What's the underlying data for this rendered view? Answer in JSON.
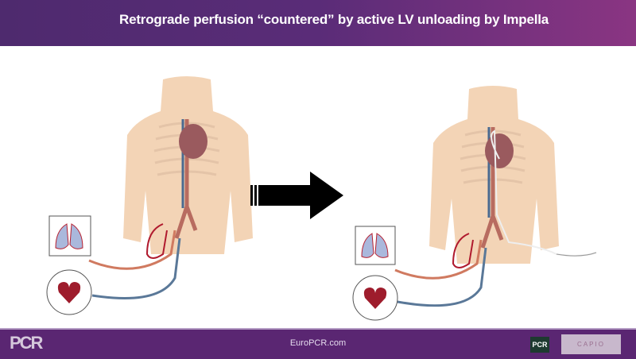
{
  "header": {
    "title": "Retrograde perfusion “countered” by active LV unloading by Impella"
  },
  "footer": {
    "url": "EuroPCR.com",
    "logo_left": "PCR",
    "logo_right_small": "PCR",
    "logo_partner": "CAPIO"
  },
  "colors": {
    "header": "#5a2c78",
    "footer": "#5a2672",
    "skin": "#f3d4b6",
    "artery": "#c0604a",
    "vein": "#4a6a90",
    "heart": "#9e1c2c"
  }
}
